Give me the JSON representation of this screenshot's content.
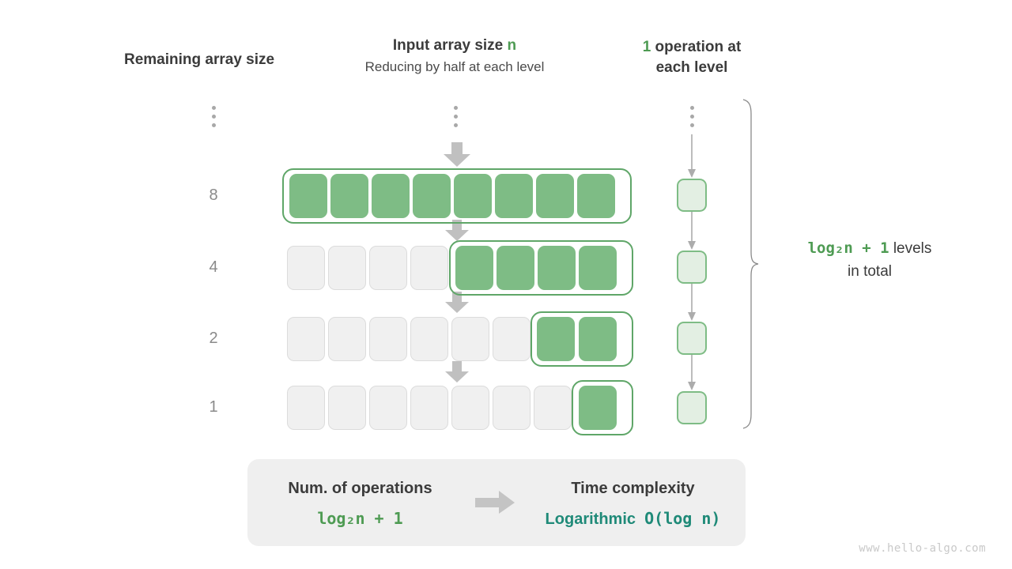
{
  "headers": {
    "left": "Remaining array size",
    "middle_line1_prefix": "Input array size ",
    "middle_line1_accent": "n",
    "middle_line2": "Reducing by half at each level",
    "right_accent": "1",
    "right_rest": " operation at",
    "right_line2": "each level"
  },
  "size_labels": [
    "8",
    "4",
    "2",
    "1"
  ],
  "rows": [
    {
      "size": "8",
      "total_cells": 8,
      "filled_from": 0,
      "filled_count": 8
    },
    {
      "size": "4",
      "total_cells": 8,
      "filled_from": 4,
      "filled_count": 4
    },
    {
      "size": "2",
      "total_cells": 8,
      "filled_from": 6,
      "filled_count": 2
    },
    {
      "size": "1",
      "total_cells": 8,
      "filled_from": 7,
      "filled_count": 1
    }
  ],
  "operations_per_level": "1",
  "levels_caption": {
    "formula": "log₂n + 1",
    "text_after": " levels",
    "line2": "in total"
  },
  "summary": {
    "left_title": "Num. of operations",
    "left_value": "log₂n + 1",
    "right_title": "Time complexity",
    "right_value_word": "Logarithmic",
    "right_value_mono": "O(log n)"
  },
  "watermark": "www.hello-algo.com",
  "colors": {
    "accent_green": "#4E9B53",
    "cell_fill_green": "#7EBC85",
    "cell_border_green": "#5FA668",
    "op_cell_fill": "#E3EFE3",
    "cell_gray": "#F0F0F0",
    "cell_gray_border": "#DCDCDC",
    "arrow_gray": "#C0C0C0",
    "teal": "#1F8A78",
    "summary_bg": "#EFEFEF",
    "label_gray": "#8A8A8A",
    "watermark_gray": "#C9C9C9"
  },
  "icons": {
    "down_block_arrow": "down-block-arrow-icon",
    "thin_down_arrow": "thin-down-arrow-icon",
    "vertical_ellipsis": "vertical-ellipsis-icon",
    "right_block_arrow": "right-block-arrow-icon",
    "brace": "right-curly-brace-icon"
  }
}
